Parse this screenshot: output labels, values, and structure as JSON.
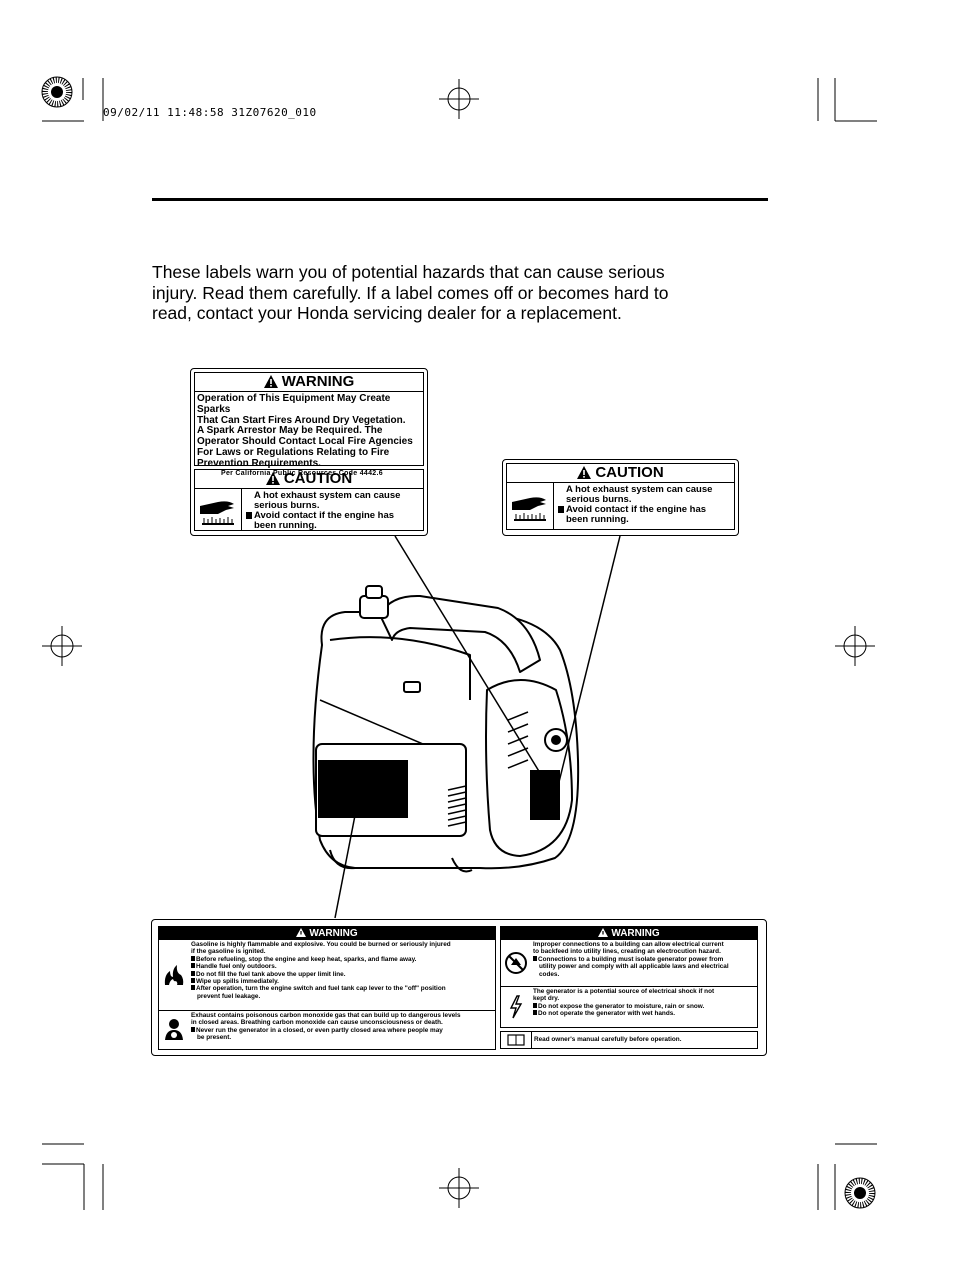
{
  "print_mark": {
    "timestamp": "09/02/11 11:48:58 31Z07620_010"
  },
  "intro": {
    "lines": [
      "These labels warn you of potential hazards that can cause serious",
      "injury. Read them carefully. If a label comes off or becomes hard to",
      "read, contact your Honda servicing dealer for a replacement."
    ]
  },
  "label_left": {
    "warning_header": "WARNING",
    "warning_lines": [
      "Operation of This Equipment May Create Sparks",
      "That Can Start Fires Around Dry Vegetation.",
      "A Spark Arrestor May be Required. The",
      "Operator Should Contact Local Fire Agencies",
      "For Laws or Regulations Relating to Fire",
      "Prevention Requirements."
    ],
    "code_line": "Per  California  Public  Resources  Code  4442.6",
    "caution_header": "CAUTION",
    "caution_lines": [
      "A hot exhaust system can cause",
      "serious burns.",
      "Avoid contact if the engine has",
      "been running."
    ]
  },
  "label_right": {
    "caution_header": "CAUTION",
    "caution_lines": [
      "A hot exhaust system can cause",
      "serious burns.",
      "Avoid contact if the engine has",
      "been running."
    ]
  },
  "label_bottom": {
    "left_header": "WARNING",
    "right_header": "WARNING",
    "fuel_lines": [
      "Gasoline is highly flammable and explosive. You could be burned or seriously injured",
      "if the gasoline is ignited.",
      "Before refueling, stop the engine and keep heat, sparks, and flame away.",
      "Handle fuel only outdoors.",
      "Do not fill the fuel tank above the upper limit line.",
      "Wipe up spills immediately.",
      "After operation, turn the engine switch and fuel tank cap lever to the \"off\" position",
      "prevent fuel leakage."
    ],
    "co_lines": [
      "Exhaust contains poisonous carbon monoxide gas that can build up to dangerous levels",
      "in closed areas. Breathing carbon monoxide can cause unconsciousness or death.",
      "Never run the generator in a closed, or even partly closed area where people may",
      "be present."
    ],
    "connection_lines": [
      "Improper connections to a building can allow electrical current",
      "to backfeed into utility lines, creating an electrocution hazard.",
      "Connections to a building must isolate generator power from",
      "utility power and comply with all applicable laws and electrical",
      "codes."
    ],
    "shock_lines": [
      "The generator is a potential source of electrical shock if not",
      "kept dry.",
      "Do not expose the generator to moisture, rain or snow.",
      "Do not operate the generator with wet hands."
    ],
    "manual_line": "Read owner's manual carefully before operation."
  }
}
